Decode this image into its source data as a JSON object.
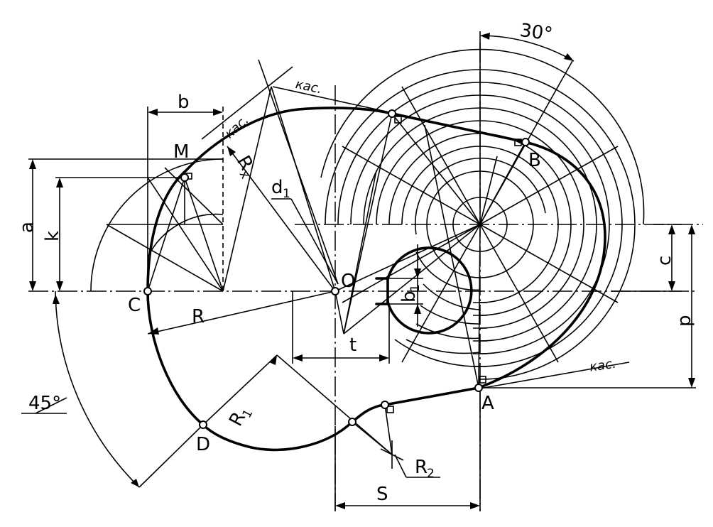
{
  "points": {
    "O": "O",
    "A": "A",
    "B": "B",
    "C": "C",
    "D": "D",
    "M": "M"
  },
  "dimensions": {
    "a": "a",
    "k": "k",
    "b": "b",
    "b1_main": "b",
    "b1_sub": "1",
    "c": "c",
    "p": "p",
    "t": "t",
    "s": "S",
    "r": "R",
    "rx_main": "R",
    "rx_sub": "x",
    "d1_main": "d",
    "d1_sub": "1",
    "r1_main": "R",
    "r1_sub": "1",
    "r2_main": "R",
    "r2_sub": "2",
    "angle_30": "30°",
    "angle_45": "45°"
  },
  "annotations": {
    "tangent_1": "кас.",
    "tangent_2": "кас.",
    "tangent_3": "кас."
  }
}
